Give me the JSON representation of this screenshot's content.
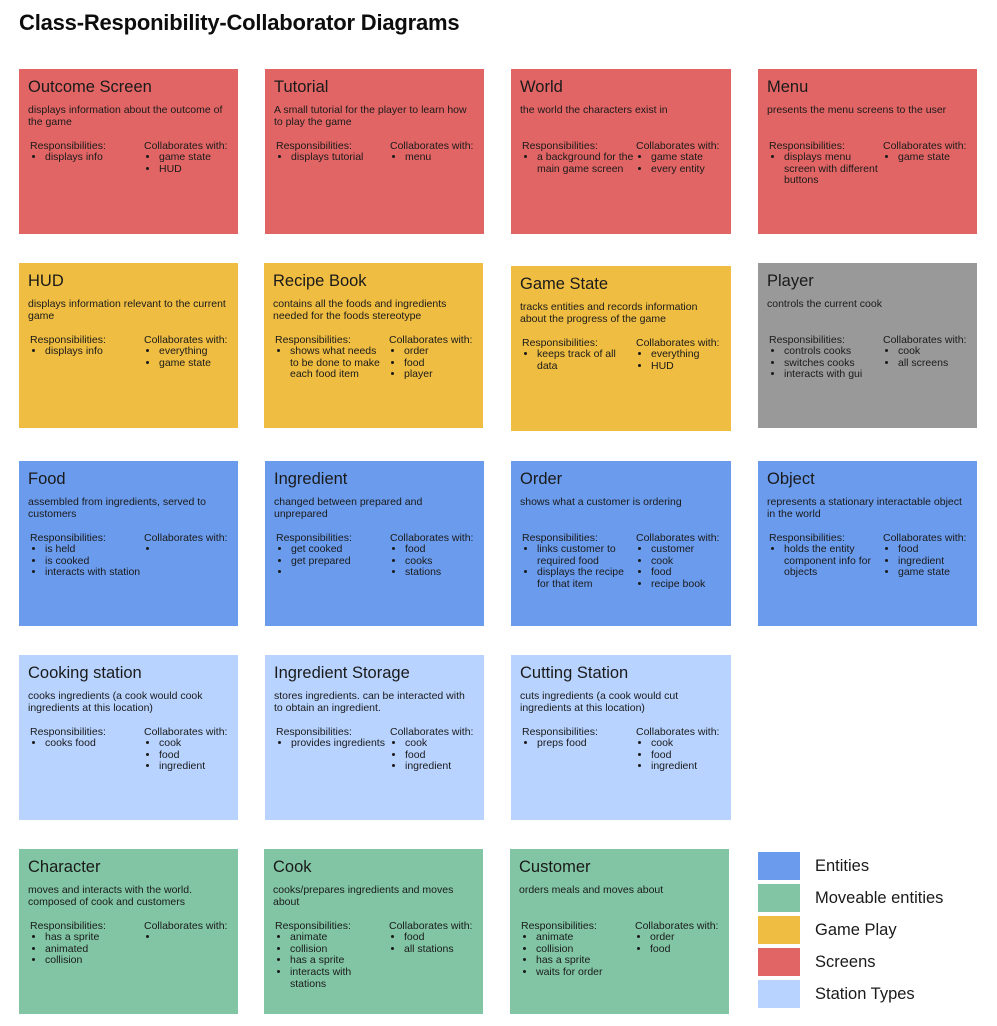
{
  "title": "Class-Responibility-Collaborator Diagrams",
  "colors": {
    "screens": "#e26565",
    "game_play": "#efbd42",
    "entities": "#6b9bec",
    "station_types": "#b8d3ff",
    "moveable_entities": "#81c5a4",
    "other": "#999999"
  },
  "responsibilities_label": "Responsibilities:",
  "collaborates_label": "Collaborates with:",
  "cards": [
    {
      "title": "Outcome Screen",
      "description": "displays information about the outcome of the game",
      "responsibilities": [
        "displays info"
      ],
      "collaborators": [
        "game state",
        "HUD"
      ],
      "category": "screens"
    },
    {
      "title": "Tutorial",
      "description": "A small tutorial for the player to learn how to play the game",
      "responsibilities": [
        "displays tutorial"
      ],
      "collaborators": [
        "menu"
      ],
      "category": "screens"
    },
    {
      "title": "World",
      "description": "the world the characters exist in",
      "responsibilities": [
        "a background for the main game screen"
      ],
      "collaborators": [
        "game state",
        "every entity"
      ],
      "category": "screens"
    },
    {
      "title": "Menu",
      "description": "presents the menu screens to the user",
      "responsibilities": [
        "displays menu screen with different buttons"
      ],
      "collaborators": [
        "game state"
      ],
      "category": "screens"
    },
    {
      "title": "HUD",
      "description": "displays information relevant to the current game",
      "responsibilities": [
        "displays info"
      ],
      "collaborators": [
        "everything",
        "game state"
      ],
      "category": "game_play"
    },
    {
      "title": "Recipe Book",
      "description": "contains all the foods and ingredients needed for the foods stereotype",
      "responsibilities": [
        "shows what needs to be done to make each food item"
      ],
      "collaborators": [
        "order",
        "food",
        "player"
      ],
      "category": "game_play"
    },
    {
      "title": "Game State",
      "description": "tracks entities and records information about the progress of the game",
      "responsibilities": [
        "keeps track of all data"
      ],
      "collaborators": [
        "everything",
        "HUD"
      ],
      "category": "game_play"
    },
    {
      "title": "Player",
      "description": "controls the current cook",
      "responsibilities": [
        "controls cooks",
        "switches cooks",
        "interacts with gui"
      ],
      "collaborators": [
        "cook",
        "all screens"
      ],
      "category": "other"
    },
    {
      "title": "Food",
      "description": "assembled from ingredients, served to customers",
      "responsibilities": [
        "is held",
        "is cooked",
        "interacts with station"
      ],
      "collaborators": [
        ""
      ],
      "category": "entities"
    },
    {
      "title": "Ingredient",
      "description": "changed between prepared and unprepared",
      "responsibilities": [
        "get cooked",
        "get prepared",
        ""
      ],
      "collaborators": [
        "food",
        "cooks",
        "stations"
      ],
      "category": "entities"
    },
    {
      "title": "Order",
      "description": "shows what a customer is ordering",
      "responsibilities": [
        "links customer to required food",
        "displays the recipe for that item"
      ],
      "collaborators": [
        "customer",
        "cook",
        "food",
        "recipe book"
      ],
      "category": "entities"
    },
    {
      "title": "Object",
      "description": "represents a stationary interactable object in the world",
      "responsibilities": [
        "holds the entity component info for objects"
      ],
      "collaborators": [
        "food",
        "ingredient",
        "game state"
      ],
      "category": "entities"
    },
    {
      "title": "Cooking station",
      "description": "cooks ingredients (a cook would cook ingredients at this location)",
      "responsibilities": [
        "cooks food"
      ],
      "collaborators": [
        "cook",
        "food",
        "ingredient"
      ],
      "category": "station_types"
    },
    {
      "title": "Ingredient Storage",
      "description": "stores ingredients. can be interacted with to obtain an ingredient.",
      "responsibilities": [
        "provides ingredients"
      ],
      "collaborators": [
        "cook",
        "food",
        "ingredient"
      ],
      "category": "station_types"
    },
    {
      "title": "Cutting Station",
      "description": "cuts ingredients (a cook would cut ingredients at this location)",
      "responsibilities": [
        "preps food"
      ],
      "collaborators": [
        "cook",
        "food",
        "ingredient"
      ],
      "category": "station_types"
    },
    {
      "title": "Character",
      "description": "moves and interacts with the world. composed of cook and customers",
      "responsibilities": [
        "has a sprite",
        "animated",
        "collision"
      ],
      "collaborators": [
        ""
      ],
      "category": "moveable_entities"
    },
    {
      "title": "Cook",
      "description": "cooks/prepares ingredients and moves about",
      "responsibilities": [
        "animate",
        "collision",
        "has a sprite",
        "interacts with stations"
      ],
      "collaborators": [
        "food",
        "all stations"
      ],
      "category": "moveable_entities"
    },
    {
      "title": "Customer",
      "description": "orders meals and moves about",
      "responsibilities": [
        "animate",
        "collision",
        "has a sprite",
        "waits for order"
      ],
      "collaborators": [
        "order",
        "food"
      ],
      "category": "moveable_entities"
    }
  ],
  "legend": [
    {
      "label": "Entities",
      "category": "entities"
    },
    {
      "label": "Moveable entities",
      "category": "moveable_entities"
    },
    {
      "label": "Game Play",
      "category": "game_play"
    },
    {
      "label": "Screens",
      "category": "screens"
    },
    {
      "label": "Station Types",
      "category": "station_types"
    }
  ]
}
